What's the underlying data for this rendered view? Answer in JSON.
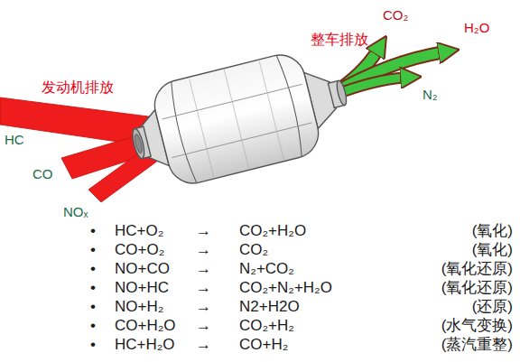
{
  "diagram": {
    "labels": [
      "发动机排放",
      "HC",
      "CO",
      "NOₓ",
      "整车排放",
      "CO₂",
      "H₂O",
      "N₂",
      "•",
      "HC+O₂",
      "→",
      "CO₂+H₂O",
      "(氧化)",
      "•",
      "CO+O₂",
      "→",
      "CO₂",
      "(氧化)",
      "•",
      "NO+CO",
      "→",
      "N₂+CO₂",
      "(氧化还原)",
      "•",
      "NO+HC",
      "→",
      "CO₂+N₂+H₂O",
      "(氧化还原)",
      "•",
      "NO+H₂",
      "→",
      "N2+H2O",
      "(还原)",
      "•",
      "CO+H₂O",
      "→",
      "CO₂+H₂",
      "(水气变换)",
      "•",
      "HC+H₂O",
      "→",
      "CO+H₂",
      "(蒸汽重整)"
    ]
  }
}
